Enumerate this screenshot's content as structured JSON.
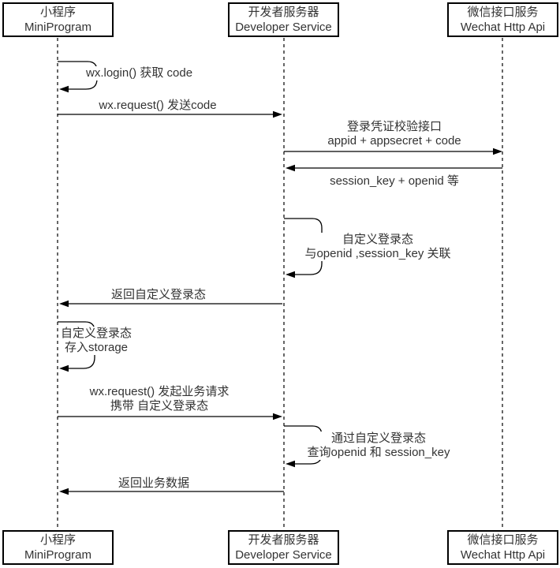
{
  "participants": [
    {
      "id": "miniprogram",
      "name_zh": "小程序",
      "name_en": "MiniProgram"
    },
    {
      "id": "developer-service",
      "name_zh": "开发者服务器",
      "name_en": "Developer Service"
    },
    {
      "id": "wechat-api",
      "name_zh": "微信接口服务",
      "name_en": "Wechat Http Api"
    }
  ],
  "messages": [
    {
      "type": "self",
      "on": "miniprogram",
      "line1": "wx.login() 获取 code"
    },
    {
      "type": "arrow",
      "from": "miniprogram",
      "to": "developer-service",
      "line1": "wx.request() 发送code"
    },
    {
      "type": "arrow",
      "from": "developer-service",
      "to": "wechat-api",
      "line1": "登录凭证校验接口",
      "line2": "appid + appsecret + code"
    },
    {
      "type": "arrow",
      "from": "wechat-api",
      "to": "developer-service",
      "line1": "session_key + openid 等"
    },
    {
      "type": "self",
      "on": "developer-service",
      "line1": "自定义登录态",
      "line2": "与openid ,session_key 关联"
    },
    {
      "type": "arrow",
      "from": "developer-service",
      "to": "miniprogram",
      "line1": "返回自定义登录态"
    },
    {
      "type": "self",
      "on": "miniprogram",
      "line1": "自定义登录态",
      "line2": "存入storage"
    },
    {
      "type": "arrow",
      "from": "miniprogram",
      "to": "developer-service",
      "line1": "wx.request() 发起业务请求",
      "line2": "携带 自定义登录态"
    },
    {
      "type": "self",
      "on": "developer-service",
      "line1": "通过自定义登录态",
      "line2": "查询openid 和 session_key"
    },
    {
      "type": "arrow",
      "from": "developer-service",
      "to": "miniprogram",
      "line1": "返回业务数据"
    }
  ],
  "colors": {
    "line": "#000000",
    "text": "#333333",
    "box_border": "#000000",
    "box_bg": "#ffffff",
    "background": "#ffffff"
  }
}
